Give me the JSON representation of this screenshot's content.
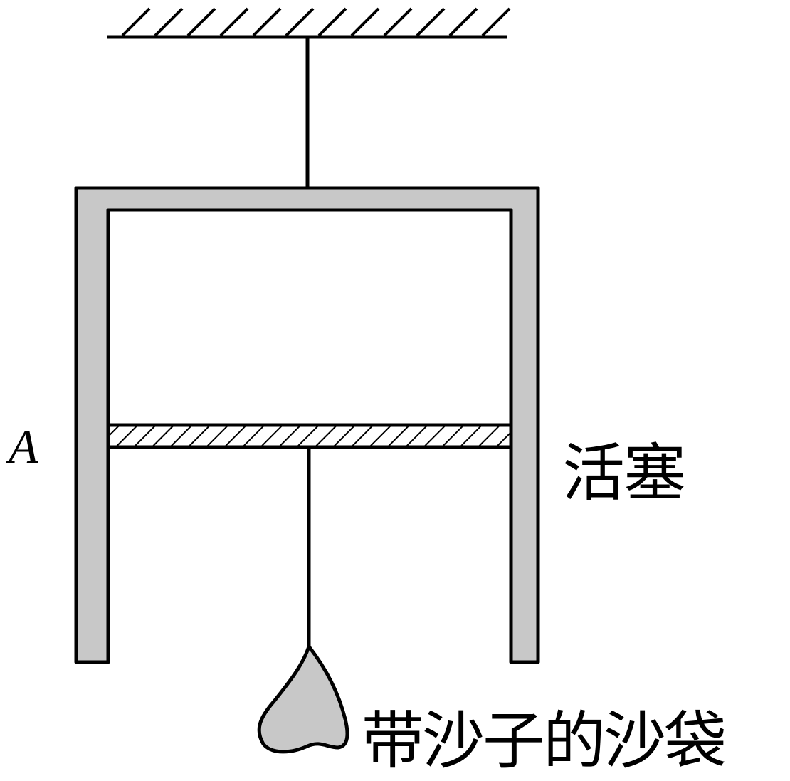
{
  "labels": {
    "point_a": "A",
    "piston": "活塞",
    "sandbag": "带沙子的沙袋"
  },
  "colors": {
    "stroke": "#000000",
    "cylinder_fill": "#c8c8c8",
    "sandbag_fill": "#c8c8c8"
  }
}
